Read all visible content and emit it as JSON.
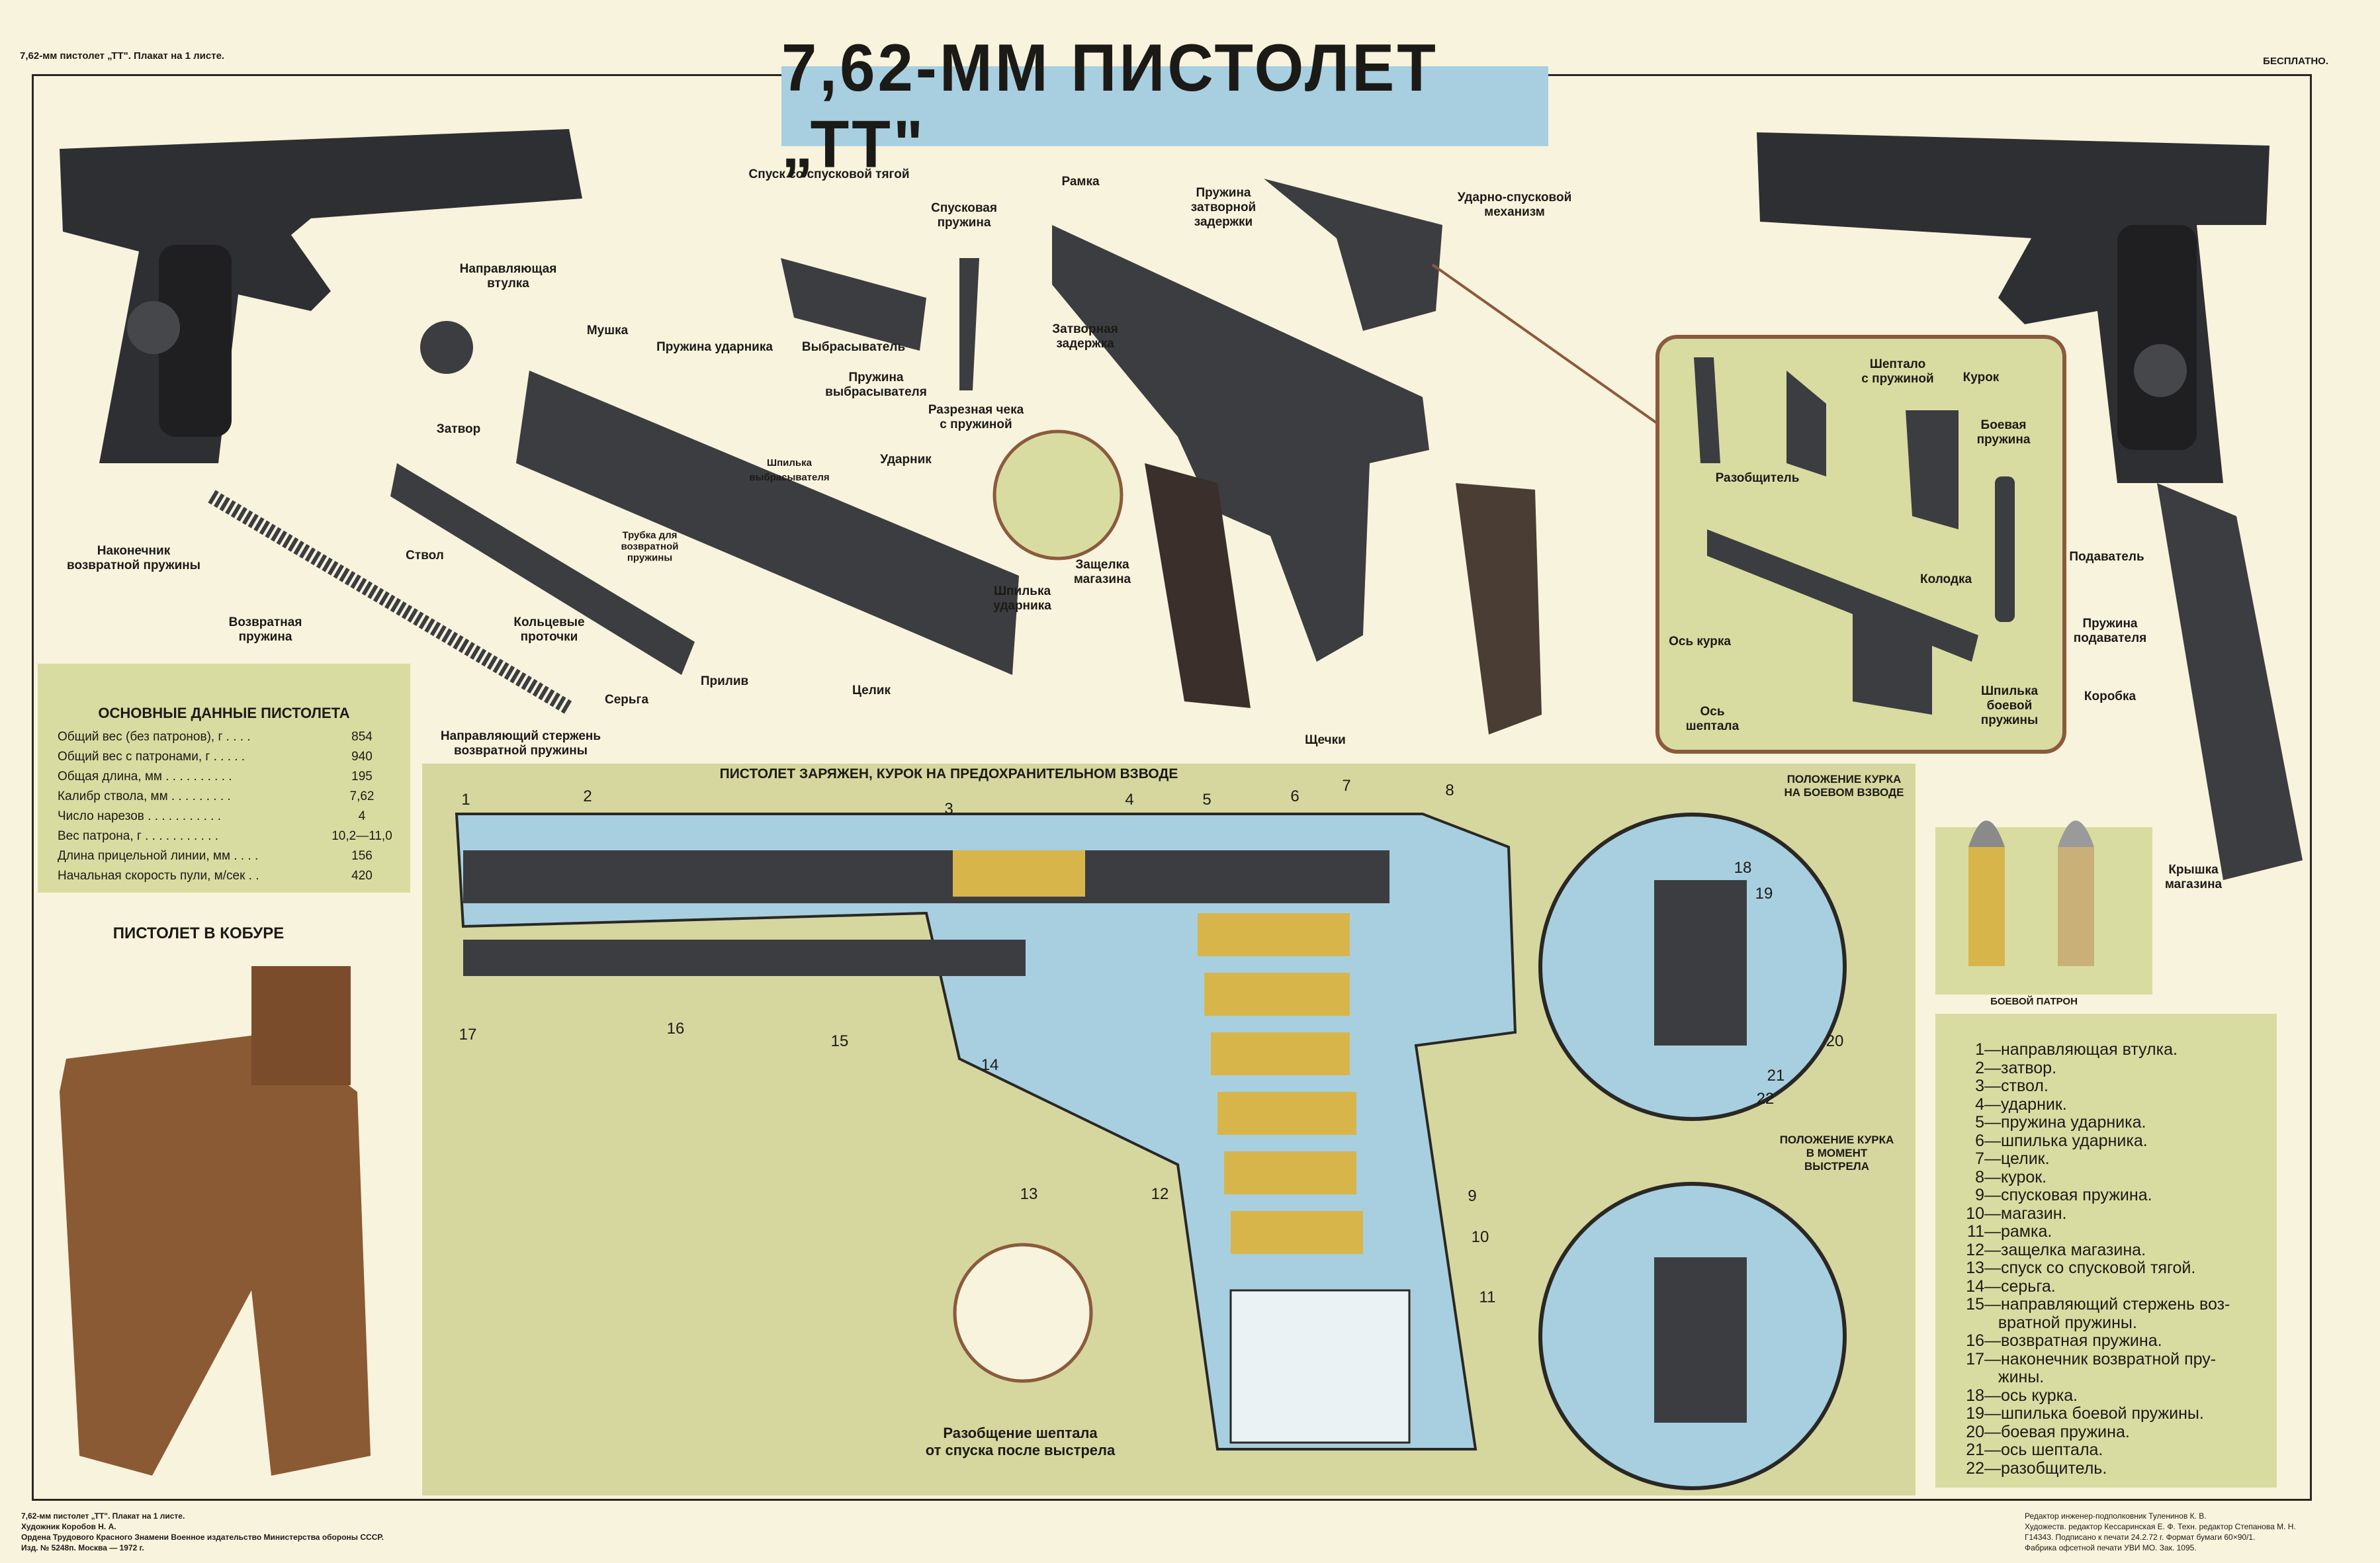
{
  "header": {
    "left": "7,62-мм пистолет „ТТ\". Плакат на 1 листе.",
    "right": "БЕСПЛАТНО."
  },
  "title": "7,62-ММ ПИСТОЛЕТ „ТТ\"",
  "parts": {
    "napr_vtulka": "Направляющая\nвтулка",
    "mushka": "Мушка",
    "zatvor": "Затвор",
    "pruzh_udarnika": "Пружина ударника",
    "vybrasyvatel": "Выбрасыватель",
    "pruzh_vybras": "Пружина\nвыбрасывателя",
    "spusk": "Спуск со спусковой тягой",
    "spusk_pruzh": "Спусковая\nпружина",
    "ramka": "Рамка",
    "pruzh_zatv_zad": "Пружина\nзатворной\nзадержки",
    "usm": "Ударно-спусковой\nмеханизм",
    "zatv_zad": "Затворная\nзадержка",
    "cheka": "Разрезная чека\nс пружиной",
    "shp_vybras": "Шпилька\nвыбрасывателя",
    "udarnik": "Ударник",
    "trubka": "Трубка для\nвозвратной\nпружины",
    "stvol": "Ствол",
    "nakonechnik": "Наконечник\nвозвратной пружины",
    "vozvr_pruzh": "Возвратная\nпружина",
    "koltsevye": "Кольцевые\nпроточки",
    "priliv": "Прилив",
    "serga": "Серьга",
    "napr_sterzhen": "Направляющий стержень\nвозвратной пружины",
    "tselik": "Целик",
    "zashchelka": "Защелка\nмагазина",
    "shp_udarnika": "Шпилька\nударника",
    "shchechki": "Щечки",
    "sheptalo": "Шептало\nс пружиной",
    "kurok": "Курок",
    "boevaya": "Боевая\nпружина",
    "razobshchitel": "Разобщитель",
    "kolodka": "Колодка",
    "os_kurka": "Ось курка",
    "os_sheptala": "Ось\nшептала",
    "shp_boevoy": "Шпилька\nбоевой\nпружины",
    "podavatel": "Подаватель",
    "pruzh_podav": "Пружина\nподавателя",
    "korobka": "Коробка",
    "kryshka": "Крышка\nмагазина"
  },
  "specs": {
    "title": "ОСНОВНЫЕ ДАННЫЕ ПИСТОЛЕТА",
    "rows": [
      {
        "label": "Общий вес (без патронов), г . . . .",
        "value": "854"
      },
      {
        "label": "Общий вес с патронами, г . . . . .",
        "value": "940"
      },
      {
        "label": "Общая длина, мм . . . . . . . . . .",
        "value": "195"
      },
      {
        "label": "Калибр ствола, мм . . . . . . . . .",
        "value": "7,62"
      },
      {
        "label": "Число нарезов . . . . . . . . . . .",
        "value": "4"
      },
      {
        "label": "Вес патрона, г . . . . . . . . . . .",
        "value": "10,2—11,0"
      },
      {
        "label": "Длина прицельной линии, мм . . . .",
        "value": "156"
      },
      {
        "label": "Начальная скорость пули, м/сек . .",
        "value": "420"
      }
    ]
  },
  "holster_title": "ПИСТОЛЕТ В КОБУРЕ",
  "section": {
    "title": "ПИСТОЛЕТ ЗАРЯЖЕН, КУРОК НА ПРЕДОХРАНИТЕЛЬНОМ ВЗВОДЕ",
    "cocked": "ПОЛОЖЕНИЕ КУРКА\nНА БОЕВОМ ВЗВОДЕ",
    "fired": "ПОЛОЖЕНИЕ КУРКА\nВ МОМЕНТ\nВЫСТРЕЛА",
    "disconnect": "Разобщение шептала\nот спуска после выстрела",
    "numbers": [
      "1",
      "2",
      "3",
      "4",
      "5",
      "6",
      "7",
      "8",
      "9",
      "10",
      "11",
      "12",
      "13",
      "14",
      "15",
      "16",
      "17",
      "18",
      "19",
      "20",
      "21",
      "22"
    ]
  },
  "cartridge_label": "БОЕВОЙ ПАТРОН",
  "legend": [
    {
      "n": "1",
      "t": "направляющая втулка."
    },
    {
      "n": "2",
      "t": "затвор."
    },
    {
      "n": "3",
      "t": "ствол."
    },
    {
      "n": "4",
      "t": "ударник."
    },
    {
      "n": "5",
      "t": "пружина ударника."
    },
    {
      "n": "6",
      "t": "шпилька ударника."
    },
    {
      "n": "7",
      "t": "целик."
    },
    {
      "n": "8",
      "t": "курок."
    },
    {
      "n": "9",
      "t": "спусковая пружина."
    },
    {
      "n": "10",
      "t": "магазин."
    },
    {
      "n": "11",
      "t": "рамка."
    },
    {
      "n": "12",
      "t": "защелка магазина."
    },
    {
      "n": "13",
      "t": "спуск со спусковой тягой."
    },
    {
      "n": "14",
      "t": "серьга."
    },
    {
      "n": "15",
      "t": "направляющий стержень воз-"
    },
    {
      "n": "",
      "t": "вратной пружины."
    },
    {
      "n": "16",
      "t": "возвратная пружина."
    },
    {
      "n": "17",
      "t": "наконечник возвратной пру-"
    },
    {
      "n": "",
      "t": "жины."
    },
    {
      "n": "18",
      "t": "ось курка."
    },
    {
      "n": "19",
      "t": "шпилька боевой пружины."
    },
    {
      "n": "20",
      "t": "боевая пружина."
    },
    {
      "n": "21",
      "t": "ось шептала."
    },
    {
      "n": "22",
      "t": "разобщитель."
    }
  ],
  "footer": {
    "left": "7,62-мм пистолет „ТТ\". Плакат на 1 листе.\nХудожник Коробов Н. А.\nОрдена Трудового Красного Знамени Военное издательство Министерства обороны СССР.\nИзд. № 5248п. Москва — 1972 г.",
    "right": "Редактор инженер-подполковник Туленинов К. В.\nХудожеств. редактор Кессаринская Е. Ф. Техн. редактор Степанова М. Н.\nГ14343. Подписано к печати 24.2.72 г. Формат бумаги 60×90/1.\nФабрика офсетной печати УВИ МО. Зак. 1095."
  },
  "colors": {
    "paper": "#f8f3dc",
    "panel": "#d9dca1",
    "blue": "#a7cfe0",
    "steel": "#3a3a3c",
    "brass": "#d8b54a",
    "leather": "#8a5a34"
  }
}
